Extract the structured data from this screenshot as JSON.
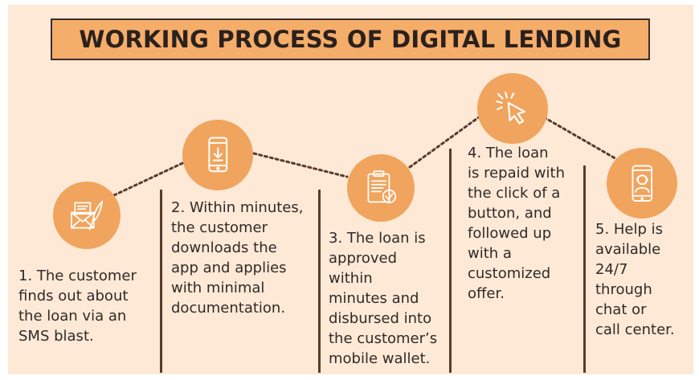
{
  "title": "WORKING PROCESS OF DIGITAL LENDING",
  "colors": {
    "panel_background": "#fde9d6",
    "title_fill": "#f5ad6a",
    "icon_circle": "#f1a45d",
    "divider": "#5a3a2e",
    "text": "#2f2a28"
  },
  "steps": [
    {
      "icon": "envelope-feather-icon",
      "lines": [
        "1. The customer",
        "finds out about",
        "the loan via an",
        "SMS blast."
      ]
    },
    {
      "icon": "phone-download-icon",
      "lines": [
        "2. Within minutes,",
        "the customer",
        "downloads the",
        "app and applies",
        "with minimal",
        "documentation."
      ]
    },
    {
      "icon": "clipboard-approved-icon",
      "lines": [
        "3. The loan is",
        "approved",
        "within",
        "minutes and",
        "disbursed into",
        "the customer’s",
        "mobile wallet."
      ]
    },
    {
      "icon": "cursor-click-icon",
      "lines": [
        "4. The loan",
        "is repaid with",
        "the click of a",
        "button, and",
        "followed up",
        "with a",
        "customized",
        "offer."
      ]
    },
    {
      "icon": "phone-support-icon",
      "lines": [
        "5. Help is",
        "available",
        "24/7",
        "through",
        "chat or",
        "call center."
      ]
    }
  ]
}
